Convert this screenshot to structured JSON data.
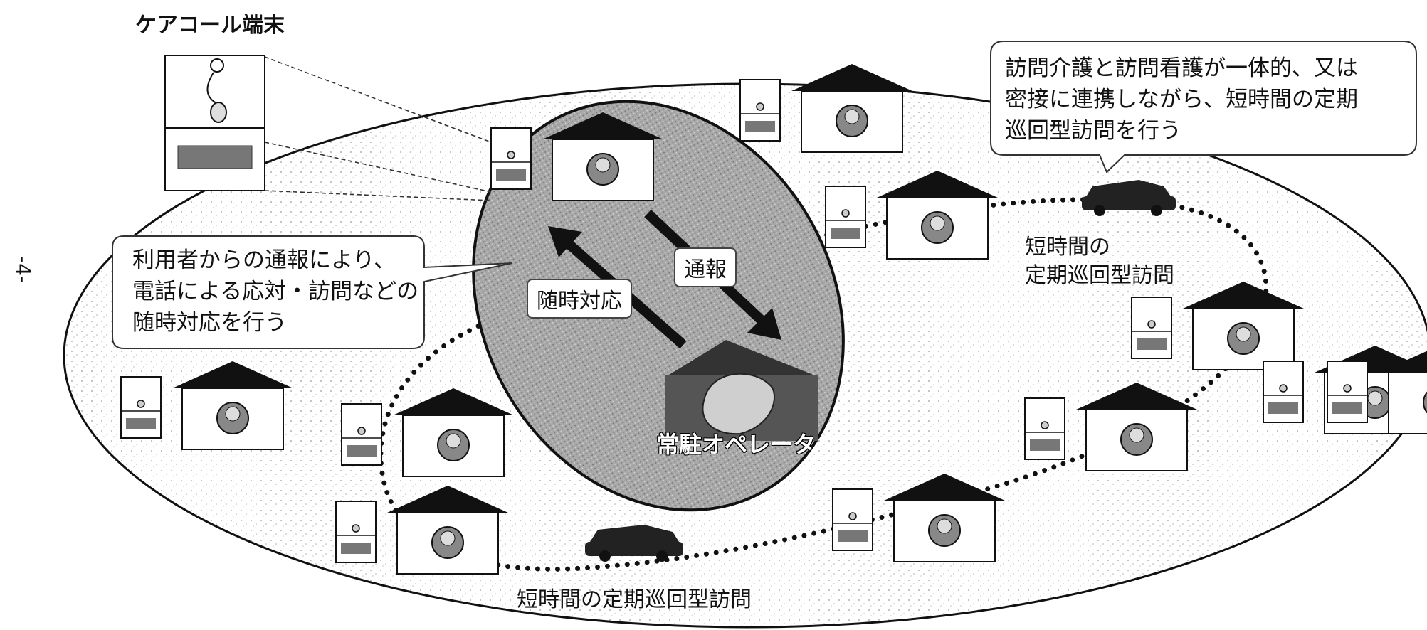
{
  "title": "ケアコール端末",
  "page_number": "-4-",
  "bubble_top_right": {
    "lines": [
      "訪問介護と訪問看護が一体的、又は",
      "密接に連携しながら、短時間の定期",
      "巡回型訪問を行う"
    ]
  },
  "bubble_left": {
    "lines": [
      "利用者からの通報により、",
      "電話による応対・訪問などの",
      "随時対応を行う"
    ]
  },
  "labels": {
    "report": "通報",
    "on_demand": "随時対応",
    "route_right_line1": "短時間の",
    "route_right_line2": "定期巡回型訪問",
    "route_bottom": "短時間の定期巡回型訪問",
    "operator": "常駐オペレータ"
  },
  "colors": {
    "center_ellipse": "#9c9c9c",
    "house_roof": "#111111",
    "dots": "#111111",
    "bubble_fill": "#ffffff"
  }
}
